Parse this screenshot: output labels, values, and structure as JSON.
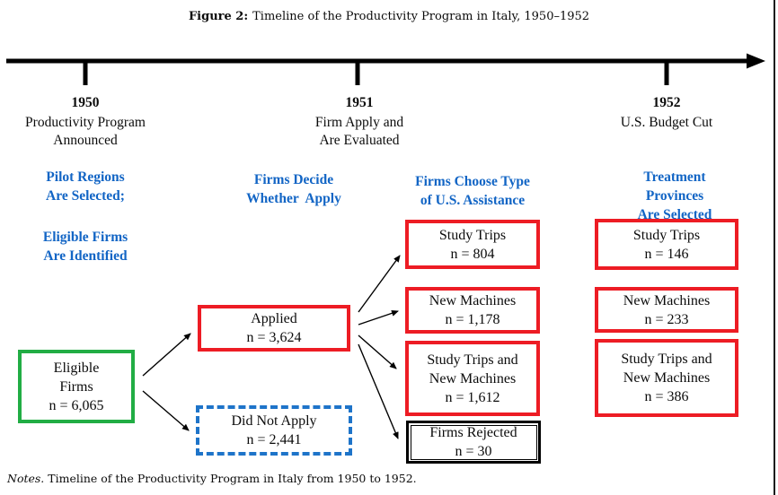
{
  "figure": {
    "label": "Figure 2:",
    "caption": "Timeline of the Productivity Program in Italy, 1950–1952"
  },
  "timeline": {
    "years": [
      {
        "year": "1950",
        "event": "Productivity Program\nAnnounced"
      },
      {
        "year": "1951",
        "event": "Firm Apply and\nAre Evaluated"
      },
      {
        "year": "1952",
        "event": "U.S. Budget Cut"
      }
    ]
  },
  "stage_headers": {
    "pilot_regions": "Pilot Regions\nAre Selected;",
    "eligible_firms": "Eligible Firms\nAre Identified",
    "firms_decide": "Firms Decide\nWhether  Apply",
    "firms_choose": "Firms Choose Type\nof U.S. Assistance",
    "treatment_provinces": "Treatment Provinces\nAre Selected"
  },
  "boxes": {
    "eligible": {
      "label": "Eligible\nFirms",
      "n": "n = 6,065"
    },
    "applied": {
      "label": "Applied",
      "n": "n = 3,624"
    },
    "did_not_apply": {
      "label": "Did Not Apply",
      "n": "n = 2,441"
    },
    "assistance": [
      {
        "label": "Study Trips",
        "n": "n = 804"
      },
      {
        "label": "New Machines",
        "n": "n = 1,178"
      },
      {
        "label": "Study Trips and\nNew Machines",
        "n": "n = 1,612"
      },
      {
        "label": "Firms Rejected",
        "n": "n = 30"
      }
    ],
    "treatment": [
      {
        "label": "Study Trips",
        "n": "n = 146"
      },
      {
        "label": "New Machines",
        "n": "n = 233"
      },
      {
        "label": "Study Trips and\nNew Machines",
        "n": "n = 386"
      }
    ]
  },
  "notes": {
    "label": "Notes.",
    "text": "Timeline of the Productivity Program in Italy from 1950 to 1952."
  },
  "colors": {
    "red": "#ED1C24",
    "green": "#21AD44",
    "blue": "#1265C5",
    "bluedash": "#1E74C9"
  }
}
